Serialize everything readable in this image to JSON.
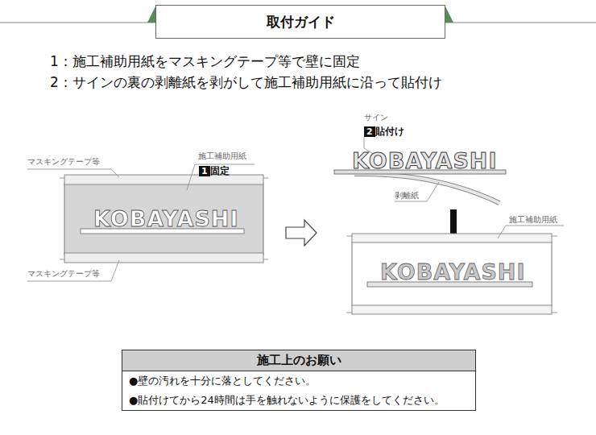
{
  "diagram": {
    "nodes": [
      {
        "text": [
          "取付ガイド"
        ]
      },
      {
        "text": [
          "施工上のお願い",
          "●壁の汚れを十分に落としてください。",
          "●貼付けてから24時間は手を触れないように保護をしてください。"
        ]
      }
    ],
    "labels": [
      "1：施工補助用紙をマスキングテープ等で壁に固定",
      "2：サインの裏の剥離紙を剥がして施工補助用紙に沿って貼付け",
      "マスキングテープ等",
      "施工補助用紙",
      "1",
      "固定",
      "KOBAYASHI",
      "マスキングテープ等",
      "サイン",
      "2",
      "貼付け",
      "KOBAYASHI",
      "剥離紙",
      "施工補助用紙",
      "KOBAYASHI"
    ]
  }
}
